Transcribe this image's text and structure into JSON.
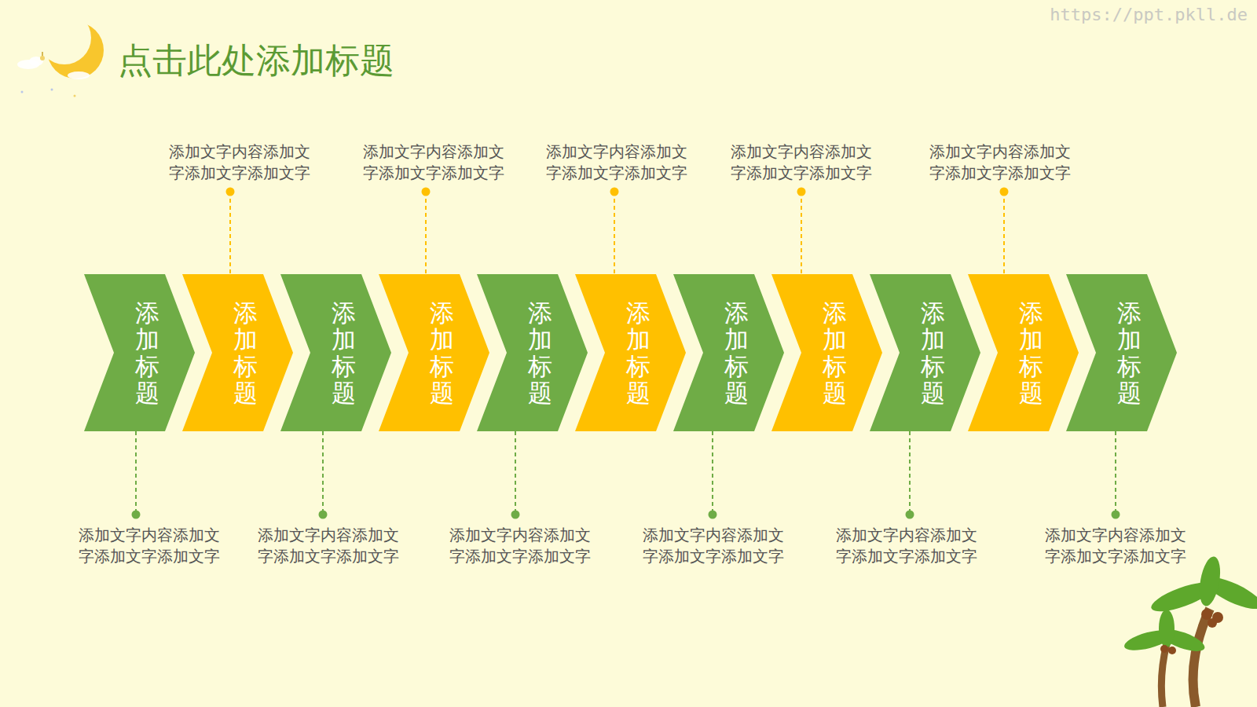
{
  "diagram": {
    "title": "点击此处添加标题",
    "nodes": [
      {
        "text": [
          "添加标题"
        ]
      },
      {
        "text": [
          "添加标题"
        ]
      },
      {
        "text": [
          "添加标题"
        ]
      },
      {
        "text": [
          "添加标题"
        ]
      },
      {
        "text": [
          "添加标题"
        ]
      },
      {
        "text": [
          "添加标题"
        ]
      },
      {
        "text": [
          "添加标题"
        ]
      },
      {
        "text": [
          "添加标题"
        ]
      },
      {
        "text": [
          "添加标题"
        ]
      },
      {
        "text": [
          "添加标题"
        ]
      },
      {
        "text": [
          "添加标题"
        ]
      }
    ],
    "labels": [
      "https://ppt.pkll.de",
      "添加文字内容添加文 字添加文字添加文字",
      "添加文字内容添加文 字添加文字添加文字",
      "添加文字内容添加文 字添加文字添加文字",
      "添加文字内容添加文 字添加文字添加文字",
      "添加文字内容添加文 字添加文字添加文字",
      "添加文字内容添加文 字添加文字添加文字",
      "添加文字内容添加文 字添加文字添加文字",
      "添加文字内容添加文 字添加文字添加文字",
      "添加文字内容添加文 字添加文字添加文字",
      "添加文字内容添加文 字添加文字添加文字",
      "添加文字内容添加文 字添加文字添加文字"
    ]
  }
}
